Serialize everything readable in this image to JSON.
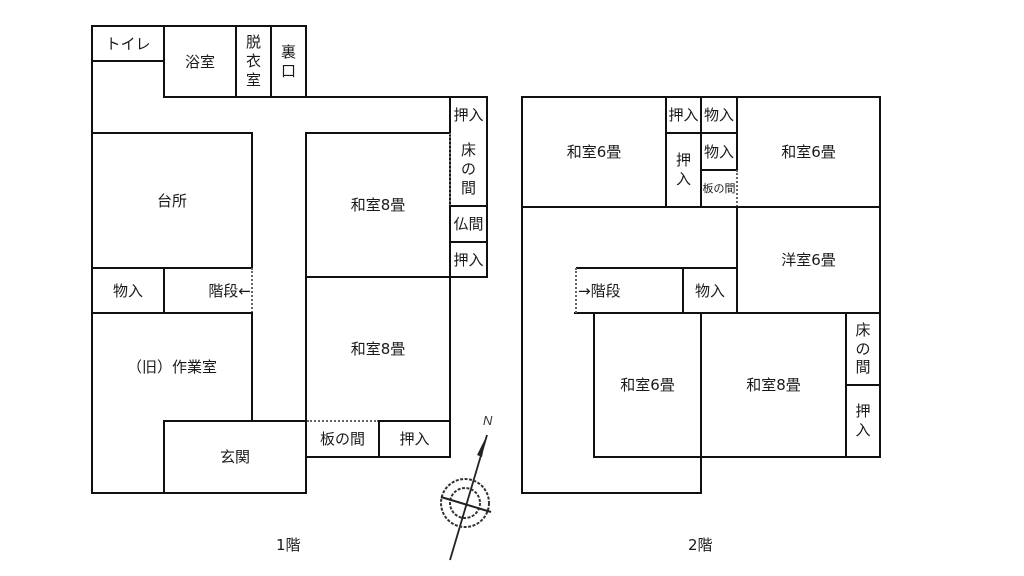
{
  "floor1": {
    "label": "1階",
    "rooms": {
      "toilet": "トイレ",
      "bath": "浴室",
      "dressing": "脱\n衣\n室",
      "back_door": "裏\n口",
      "closet_top": "押入",
      "kitchen": "台所",
      "washitsu_upper": "和室8畳",
      "tokonoma": "床\nの\n間",
      "butsuma": "仏間",
      "closet_mid": "押入",
      "storage": "物入",
      "stairs": "階段←",
      "workroom": "（旧）作業室",
      "washitsu_lower": "和室8畳",
      "itanoma": "板の間",
      "closet_bottom": "押入",
      "entrance": "玄関"
    }
  },
  "floor2": {
    "label": "2階",
    "rooms": {
      "washitsu_nw": "和室6畳",
      "closet_small": "押入",
      "storage_top": "物入",
      "closet_tall": "押\n入",
      "storage_mid": "物入",
      "itanoma": "板の間",
      "washitsu_ne": "和室6畳",
      "yoshitsu": "洋室6畳",
      "stairs": "→階段",
      "storage_stair": "物入",
      "washitsu_sw": "和室6畳",
      "washitsu_se": "和室8畳",
      "tokonoma": "床\nの\n間",
      "closet_east": "押\n入"
    }
  },
  "compass": {
    "north_label": "N"
  }
}
